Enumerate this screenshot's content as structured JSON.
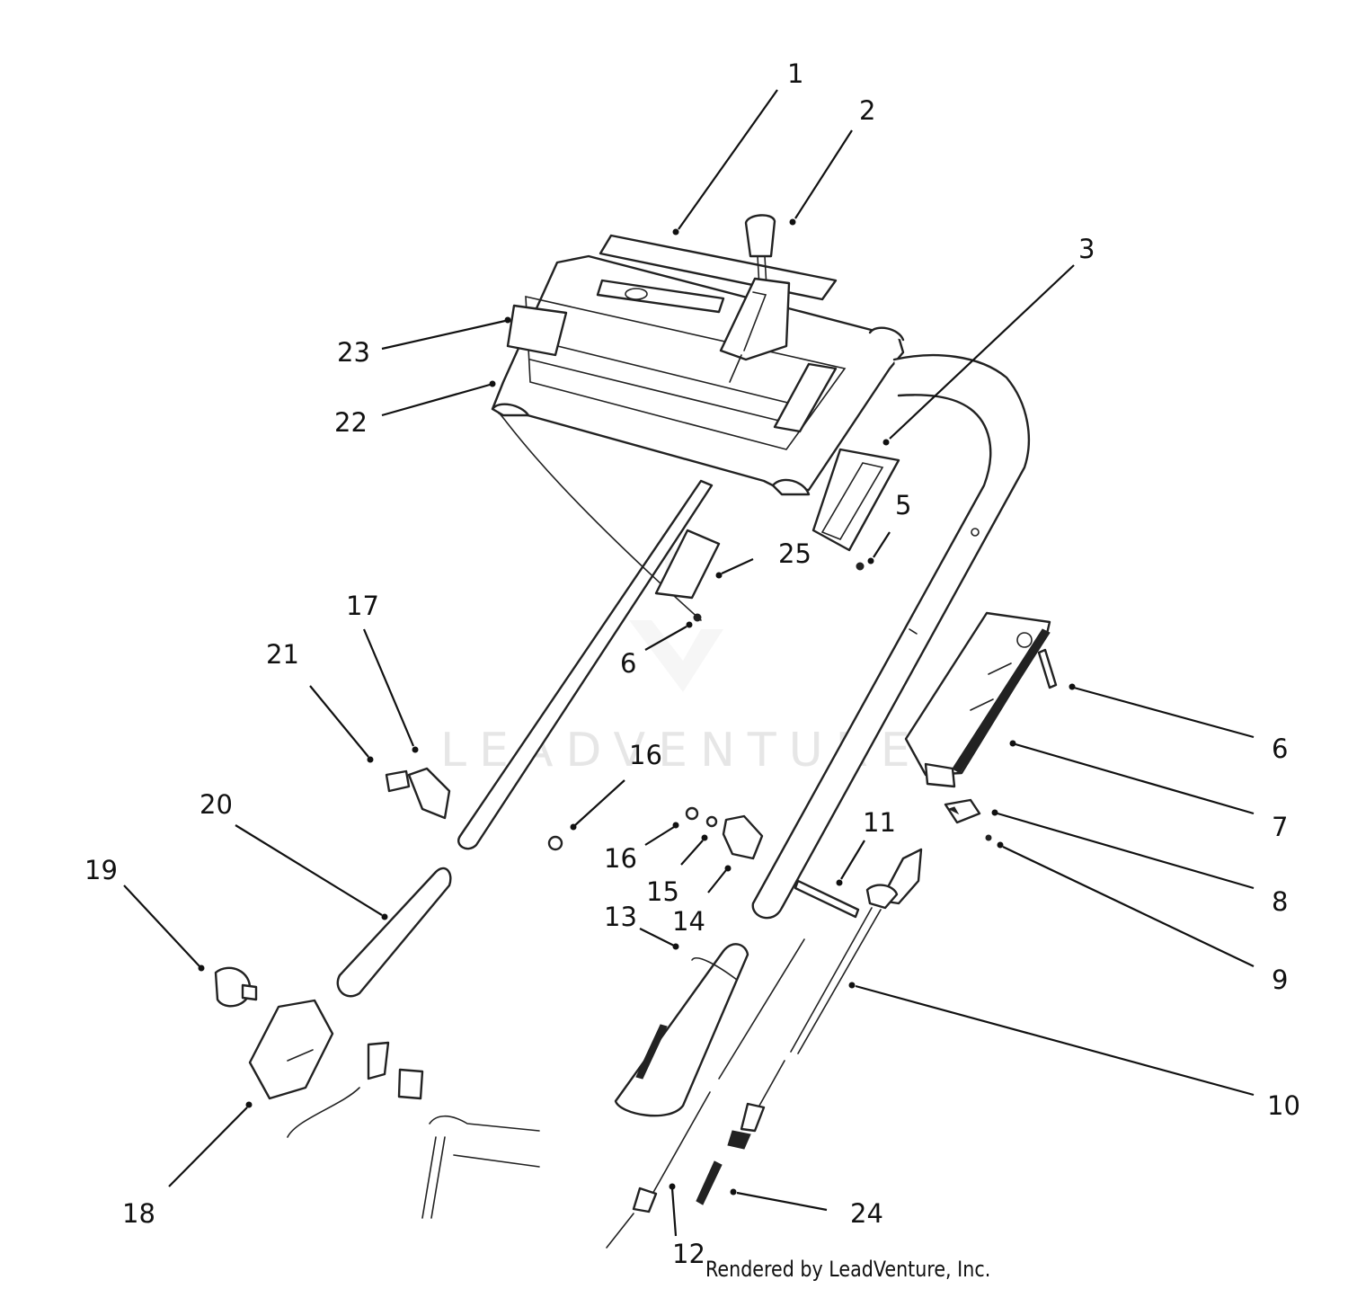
{
  "watermark": "LEADVENTURE",
  "credit": "Rendered by LeadVenture, Inc.",
  "callouts": [
    {
      "id": "c1",
      "label": "1"
    },
    {
      "id": "c2",
      "label": "2"
    },
    {
      "id": "c3",
      "label": "3"
    },
    {
      "id": "c5",
      "label": "5"
    },
    {
      "id": "c6a",
      "label": "6"
    },
    {
      "id": "c6b",
      "label": "6"
    },
    {
      "id": "c7",
      "label": "7"
    },
    {
      "id": "c8",
      "label": "8"
    },
    {
      "id": "c9",
      "label": "9"
    },
    {
      "id": "c10",
      "label": "10"
    },
    {
      "id": "c11",
      "label": "11"
    },
    {
      "id": "c12",
      "label": "12"
    },
    {
      "id": "c13",
      "label": "13"
    },
    {
      "id": "c14",
      "label": "14"
    },
    {
      "id": "c15",
      "label": "15"
    },
    {
      "id": "c16a",
      "label": "16"
    },
    {
      "id": "c16b",
      "label": "16"
    },
    {
      "id": "c17",
      "label": "17"
    },
    {
      "id": "c18",
      "label": "18"
    },
    {
      "id": "c19",
      "label": "19"
    },
    {
      "id": "c20",
      "label": "20"
    },
    {
      "id": "c21",
      "label": "21"
    },
    {
      "id": "c22",
      "label": "22"
    },
    {
      "id": "c23",
      "label": "23"
    },
    {
      "id": "c24",
      "label": "24"
    },
    {
      "id": "c25",
      "label": "25"
    }
  ]
}
